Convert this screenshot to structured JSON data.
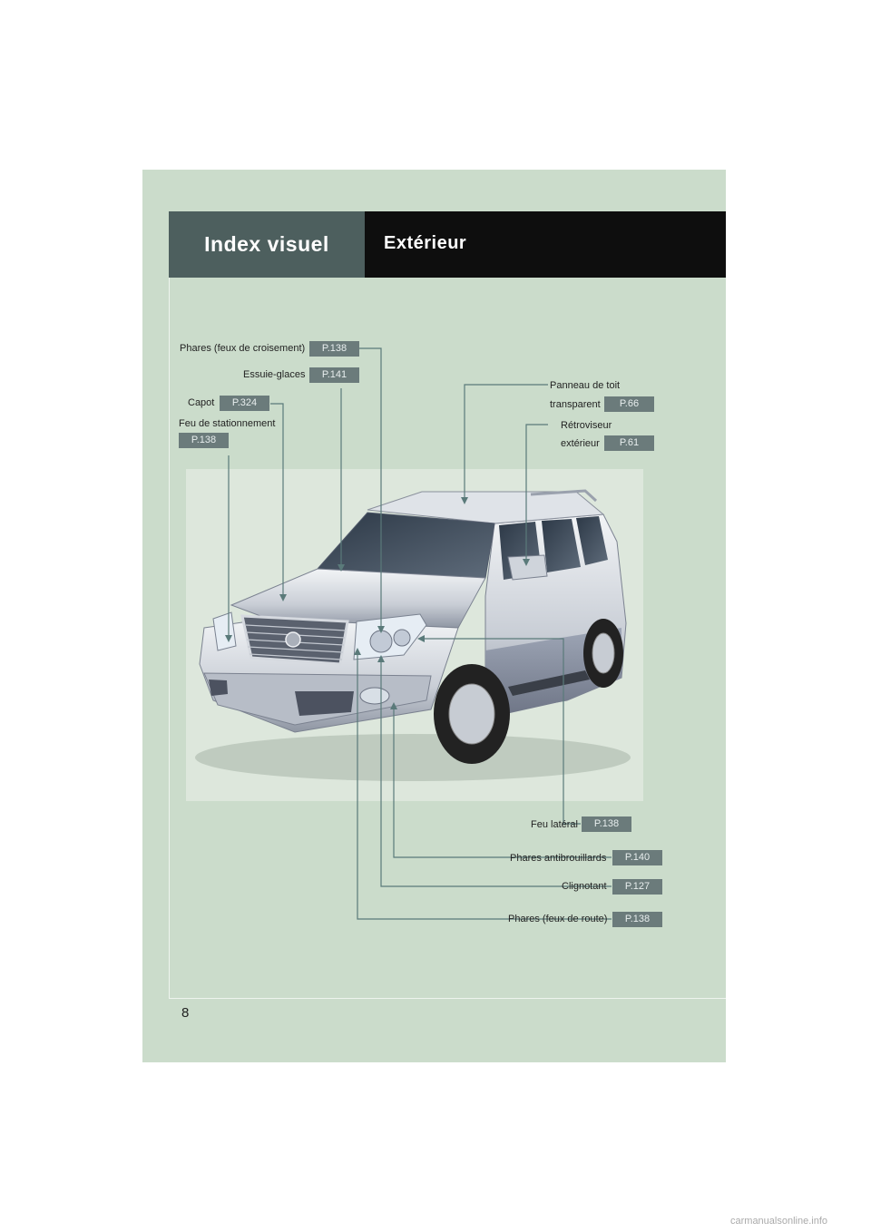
{
  "header": {
    "section": "Index visuel",
    "subsection": "Extérieur"
  },
  "callouts": [
    {
      "id": "phares-croisement",
      "label": "Phares (feux de croisement)",
      "page": "P.138"
    },
    {
      "id": "essuie-glaces",
      "label": "Essuie-glaces",
      "page": "P.141"
    },
    {
      "id": "capot",
      "label": "Capot",
      "page": "P.324"
    },
    {
      "id": "feu-stationnement",
      "label": "Feu de stationnement",
      "page": "P.138"
    },
    {
      "id": "panneau-toit",
      "label_line1": "Panneau de toit",
      "label_line2": "transparent",
      "page": "P.66"
    },
    {
      "id": "retroviseur",
      "label_line1": "Rétroviseur",
      "label_line2": "extérieur",
      "page": "P.61"
    },
    {
      "id": "feu-lateral",
      "label": "Feu latéral",
      "page": "P.138"
    },
    {
      "id": "phares-antibrouillards",
      "label": "Phares antibrouillards",
      "page": "P.140"
    },
    {
      "id": "clignotant",
      "label": "Clignotant",
      "page": "P.127"
    },
    {
      "id": "phares-route",
      "label": "Phares (feux de route)",
      "page": "P.138"
    }
  ],
  "page_number": "8",
  "watermark": "carmanualsonline.info",
  "colors": {
    "page_bg": "#cbdccb",
    "header_left": "#4d5f5e",
    "header_right": "#0e0e0e",
    "badge": "#6b7b7b",
    "leader": "#5a7a7a"
  }
}
